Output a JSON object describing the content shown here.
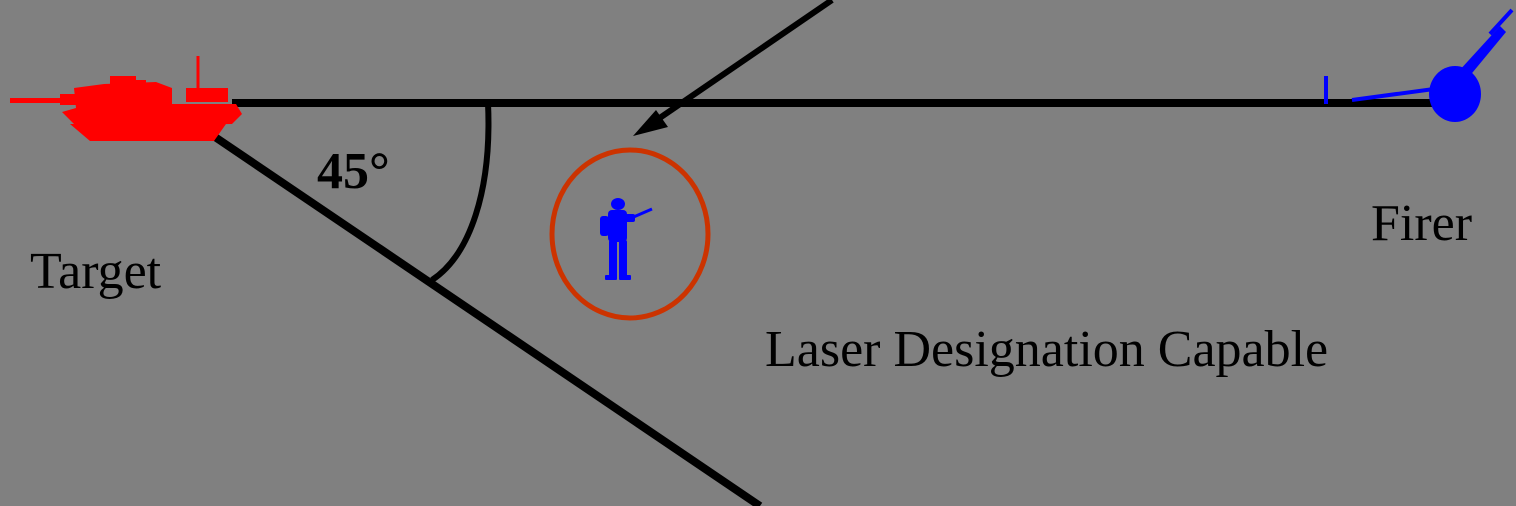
{
  "labels": {
    "angle": "45°",
    "target": "Target",
    "firer": "Firer",
    "laser": "Laser Designation Capable"
  },
  "icons": {
    "target_vehicle": "tank-icon",
    "observer": "soldier-icon",
    "firer_weapon": "artillery-icon"
  },
  "colors": {
    "background": "#808080",
    "lines": "#000000",
    "target": "#ff0000",
    "friendly": "#0000ff",
    "observer_ring": "#cc3300"
  }
}
